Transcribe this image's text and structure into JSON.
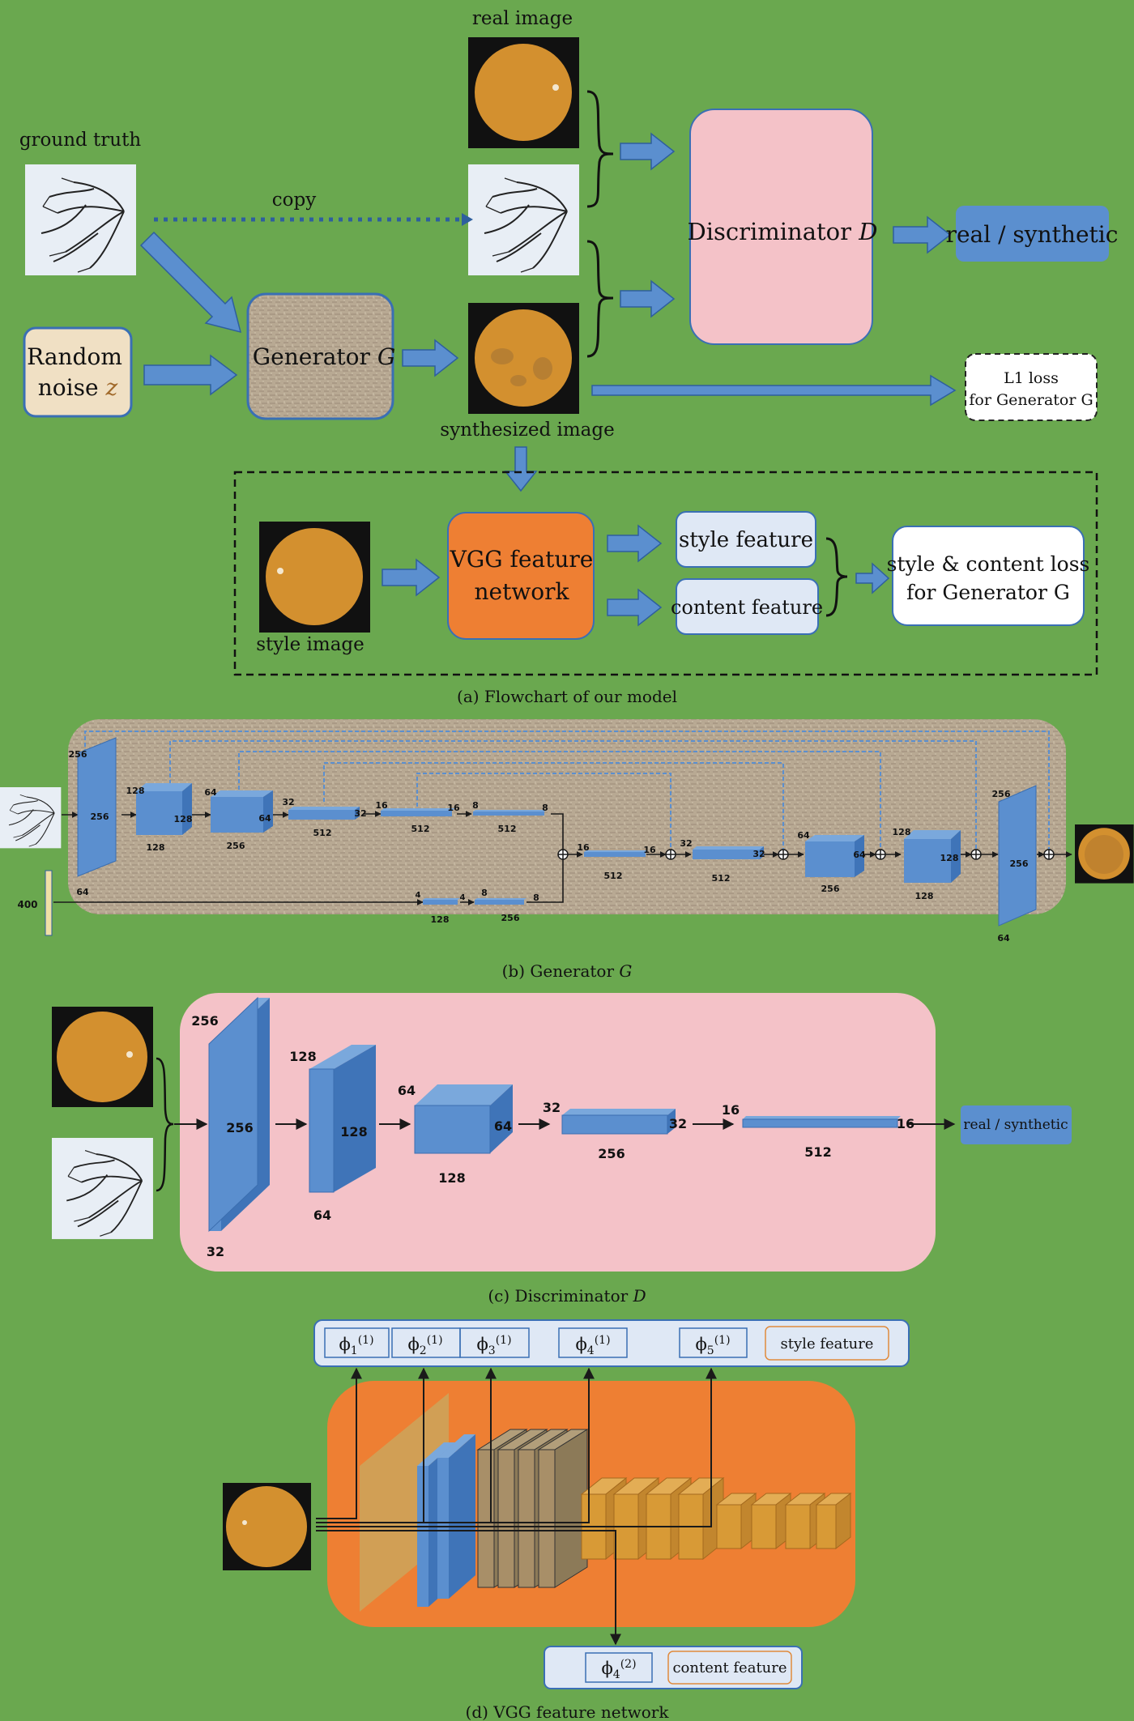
{
  "colors": {
    "background": "#6aa84f",
    "block_blue": "#5b8fcf",
    "discriminator_pink": "#f4c2c8",
    "vgg_orange": "#ee7f33",
    "feature_box": "#dfe8f5",
    "retina_fill": "#d3902f",
    "vessel_bg": "#e8eef5"
  },
  "flowchart": {
    "real_image_label": "real image",
    "ground_truth_label": "ground truth",
    "copy_label": "copy",
    "random_noise_line1": "Random",
    "random_noise_line2": "noise",
    "noise_symbol": "z",
    "generator_label": "Generator",
    "generator_symbol": "G",
    "synthesized_label": "synthesized image",
    "discriminator_label": "Discriminator",
    "discriminator_symbol": "D",
    "real_synthetic": "real / synthetic",
    "l1_line1": "L1 loss",
    "l1_line2": "for Generator G",
    "style_image_label": "style image",
    "vgg_line1": "VGG feature",
    "vgg_line2": "network",
    "style_feature": "style feature",
    "content_feature": "content feature",
    "loss_line1": "style & content loss",
    "loss_line2": "for Generator G",
    "caption": "(a) Flowchart of our model"
  },
  "generator_net": {
    "input_label": "400",
    "caption_prefix": "(b) Generator",
    "caption_symbol": "G",
    "encoder": [
      {
        "h": "256",
        "w": "256",
        "d": "64"
      },
      {
        "h": "128",
        "w": "128",
        "d": "128"
      },
      {
        "h": "64",
        "w": "64",
        "d": "256"
      },
      {
        "h": "32",
        "w": "32",
        "d": "512"
      },
      {
        "h": "16",
        "w": "16",
        "d": "512"
      },
      {
        "h": "8",
        "w": "8",
        "d": "512"
      }
    ],
    "noise_path": [
      {
        "h": "4",
        "w": "4",
        "d": "128"
      },
      {
        "h": "8",
        "w": "8",
        "d": "256"
      }
    ],
    "decoder": [
      {
        "h": "16",
        "w": "16",
        "d": "512"
      },
      {
        "h": "32",
        "w": "32",
        "d": "512"
      },
      {
        "h": "64",
        "w": "64",
        "d": "256"
      },
      {
        "h": "128",
        "w": "128",
        "d": "128"
      },
      {
        "h": "256",
        "w": "256",
        "d": "64"
      }
    ]
  },
  "discriminator_net": {
    "caption_prefix": "(c) Discriminator",
    "caption_symbol": "D",
    "output": "real / synthetic",
    "layers": [
      {
        "h": "256",
        "w": "256",
        "d": "32"
      },
      {
        "h": "128",
        "w": "128",
        "d": "64"
      },
      {
        "h": "64",
        "w": "64",
        "d": "128"
      },
      {
        "h": "32",
        "w": "32",
        "d": "256"
      },
      {
        "h": "16",
        "w": "16",
        "d": "512"
      }
    ]
  },
  "vgg_net": {
    "phi": [
      "1",
      "2",
      "3",
      "4",
      "5"
    ],
    "phi_sup": "(1)",
    "content_phi": "4",
    "content_sup": "(2)",
    "style_feature": "style feature",
    "content_feature": "content feature",
    "caption": "(d) VGG feature network"
  }
}
